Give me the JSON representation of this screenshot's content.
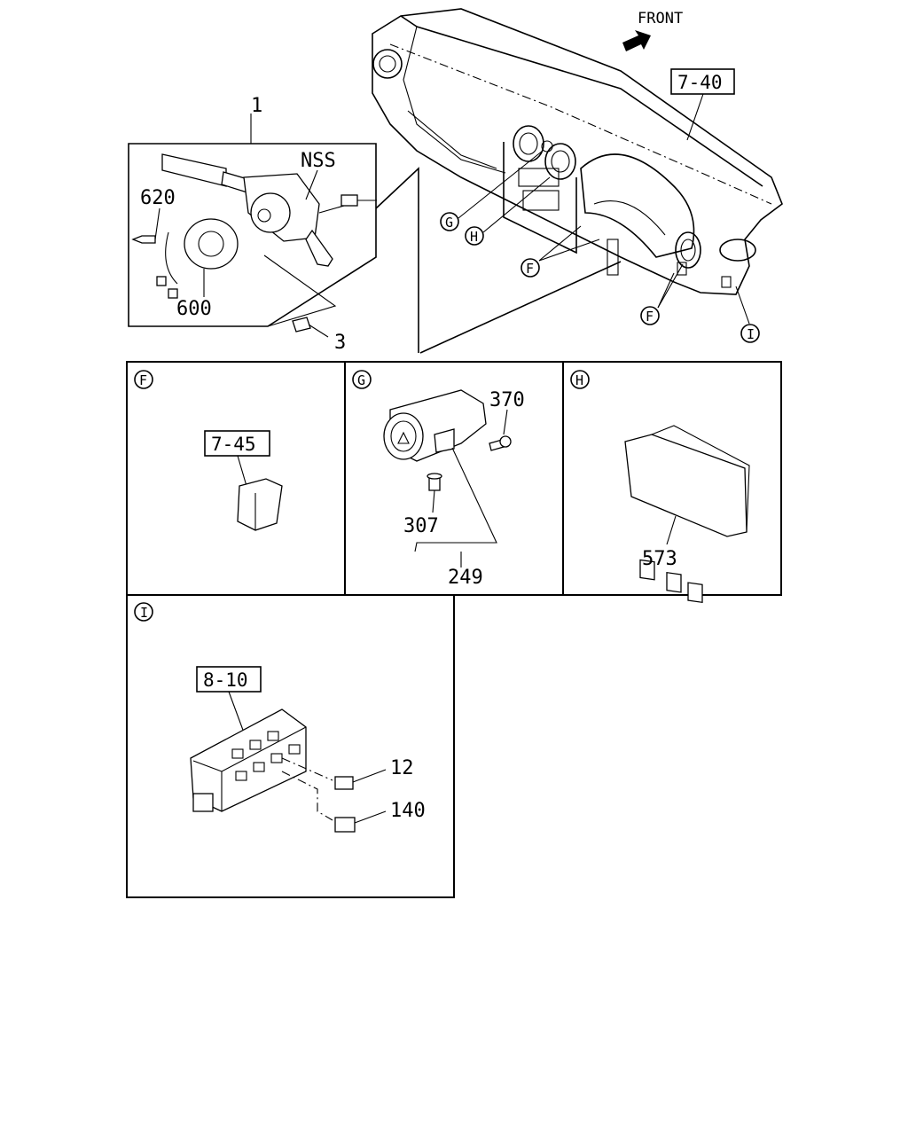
{
  "header": {
    "front_label": "FRONT"
  },
  "main_view": {
    "refs": {
      "dashboard": "7-40"
    },
    "callouts": {
      "switch_assembly": "1",
      "nss": "NSS",
      "bolt": "620",
      "coil": "600",
      "screw": "3"
    },
    "markers": {
      "g": "G",
      "h": "H",
      "f1": "F",
      "f2": "F",
      "i": "I"
    }
  },
  "panel_f": {
    "marker": "F",
    "ref": "7-45"
  },
  "panel_g": {
    "marker": "G",
    "parts": {
      "screw": "370",
      "pin": "307",
      "assembly": "249"
    }
  },
  "panel_h": {
    "marker": "H",
    "parts": {
      "switch_panel": "573"
    }
  },
  "panel_i": {
    "marker": "I",
    "ref": "8-10",
    "parts": {
      "relay_a": "12",
      "relay_b": "140"
    }
  }
}
